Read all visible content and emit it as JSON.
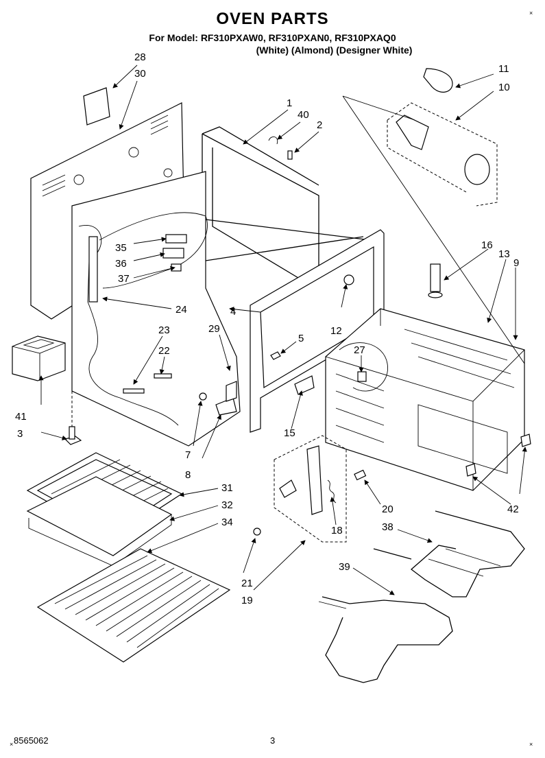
{
  "header": {
    "title": "OVEN PARTS",
    "models": "For Model: RF310PXAW0, RF310PXAN0, RF310PXAQ0",
    "colors": "(White)     (Almond)  (Designer White)"
  },
  "footer": {
    "code": "8565062",
    "page": "3"
  },
  "callouts": {
    "c1": "1",
    "c2": "2",
    "c3": "3",
    "c4": "4",
    "c5": "5",
    "c7": "7",
    "c8": "8",
    "c9": "9",
    "c10": "10",
    "c11": "11",
    "c12": "12",
    "c13": "13",
    "c15": "15",
    "c16": "16",
    "c18": "18",
    "c19": "19",
    "c20": "20",
    "c21": "21",
    "c22": "22",
    "c23": "23",
    "c24": "24",
    "c27": "27",
    "c28": "28",
    "c29": "29",
    "c30": "30",
    "c31": "31",
    "c32": "32",
    "c34": "34",
    "c35": "35",
    "c36": "36",
    "c37": "37",
    "c38": "38",
    "c39": "39",
    "c40": "40",
    "c41": "41",
    "c42": "42"
  }
}
